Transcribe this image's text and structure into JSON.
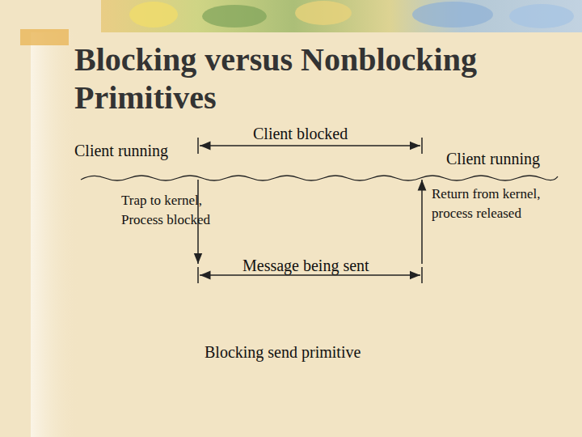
{
  "diagram": {
    "title": "Blocking versus Nonblocking Primitives",
    "caption": "Blocking send primitive",
    "labels": [
      "Client running",
      "Client blocked",
      "Client running",
      "Trap to kernel, Process blocked",
      "Return from kernel, process released",
      "Message being sent"
    ]
  }
}
